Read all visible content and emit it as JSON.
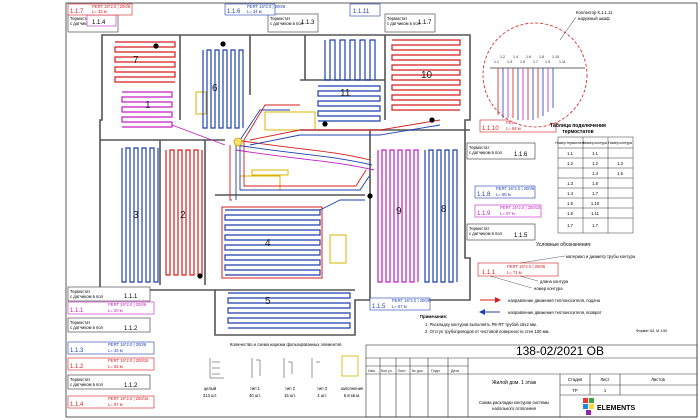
{
  "drawing": {
    "number": "138-02/2021 ОВ",
    "object": "Жилой дом. 1 этаж",
    "sheet_title_line1": "Схема раскладки контуров системы",
    "sheet_title_line2": "напольного отопления",
    "stage_header": "Стадия",
    "sheet_header": "Лист",
    "sheets_header": "Листов",
    "stage": "ТР",
    "sheet": "1",
    "format": "Формат А3, М 1:50",
    "logo_text": "ELEMENTS",
    "stamp_headers": [
      "Изм.",
      "Кол.уч.",
      "Лист",
      "№ док.",
      "Подп.",
      "Дата"
    ]
  },
  "collector": {
    "title": "Коллектор К.1.1.11",
    "subtitle": "наружный шкаф",
    "ports": [
      "1.1",
      "1.2",
      "1.3",
      "1.4",
      "1.5",
      "1.6",
      "1.7",
      "1.8",
      "1.9",
      "1.10",
      "1.11"
    ]
  },
  "thermostat_table": {
    "title_line1": "Таблица подключения",
    "title_line2": "термостатов",
    "headers": [
      "Номер термостата",
      "Номер контура",
      "Номер контура"
    ],
    "rows": [
      [
        "1.1",
        "1.1",
        ""
      ],
      [
        "1.2",
        "1.2",
        "1.3"
      ],
      [
        "",
        "1.4",
        "1.5"
      ],
      [
        "1.3",
        "1.6",
        ""
      ],
      [
        "1.4",
        "1.7",
        ""
      ],
      [
        "1.5",
        "1.10",
        ""
      ],
      [
        "1.6",
        "1.11",
        ""
      ],
      [
        "1.7",
        "1.7",
        ""
      ]
    ]
  },
  "legend": {
    "title": "Условные обозначения:",
    "pipe_sample_label": "PERT 16*2.0 | 200/6",
    "pipe_sample_length": "L= 71 м",
    "pipe_sample_number": "1.1.1",
    "pipe_caption": "материал и диаметр трубы контура",
    "length_caption": "длина контура",
    "number_caption": "номер контура",
    "supply_caption": "направление движения теплоносителя, подача",
    "return_caption": "направление движения теплоносителя, возврат"
  },
  "notes": {
    "title": "Примечания:",
    "items": [
      "1. Раскладку контуров выполнять PE-RT трубой  16х2 мм.",
      "2. Отступ трубопроводов от чистовой поверхности стен 100 мм."
    ]
  },
  "fittings": {
    "title": "Количество и схема нарезки фольгированных элементов",
    "items": [
      {
        "name": "целый",
        "qty": "313 шт."
      },
      {
        "name": "тип 1",
        "qty": "40 шт."
      },
      {
        "name": "тип 2",
        "qty": "15 шт."
      },
      {
        "name": "тип 3",
        "qty": "4 шт."
      },
      {
        "name": "заполнение",
        "qty": "6,8 кв.м."
      }
    ]
  },
  "thermostat_caption": [
    "Термостат",
    "с датчиком в пол"
  ],
  "thermostats": [
    {
      "id": "1.1.4",
      "style": "pink"
    },
    {
      "id": "1.1.3",
      "style": "dark"
    },
    {
      "id": "1.1.6",
      "style": "blue"
    },
    {
      "id": "1.1.11",
      "style": "blue"
    },
    {
      "id": "1.1.7",
      "style": "dark"
    },
    {
      "id": "1.1.10",
      "style": "red"
    },
    {
      "id": "1.1.6",
      "style": "dark"
    },
    {
      "id": "1.1.8",
      "style": "blue"
    },
    {
      "id": "1.1.9",
      "style": "pink"
    },
    {
      "id": "1.1.5",
      "style": "dark"
    },
    {
      "id": "1.1.5",
      "style": "blue"
    },
    {
      "id": "1.1.1",
      "style": "dark"
    },
    {
      "id": "1.1.1",
      "style": "pink"
    },
    {
      "id": "1.1.2",
      "style": "dark"
    },
    {
      "id": "1.1.3",
      "style": "blue"
    },
    {
      "id": "1.1.2",
      "style": "red"
    },
    {
      "id": "1.1.2",
      "style": "dark"
    },
    {
      "id": "1.1.4",
      "style": "red"
    }
  ],
  "circuit_tags": [
    {
      "id": "1.1.7",
      "spec": "PERT 16*2.0 | 200/6",
      "length": "L= 32 м",
      "color": "#d61c1c"
    },
    {
      "id": "1.1.6",
      "spec": "PERT 16*2.0 | 200/6",
      "length": "L= 34 м",
      "color": "#1f3fb0"
    },
    {
      "id": "1.1.10",
      "spec": "PERT 16*2.0 | 200/15",
      "length": "L= 64 м",
      "color": "#d61c1c"
    },
    {
      "id": "1.1.8",
      "spec": "PERT 16*2.0 | 200/6",
      "length": "L= 55 м",
      "color": "#1f3fb0"
    },
    {
      "id": "1.1.9",
      "spec": "PERT 16*2.0 | 200/15",
      "length": "L= 57 м",
      "color": "#c21fc2"
    },
    {
      "id": "1.1.5",
      "spec": "PERT 16*2.0 | 200/6",
      "length": "L= 57 м",
      "color": "#1f3fb0"
    },
    {
      "id": "1.1.1",
      "spec": "PERT 16*2.0 | 200/6",
      "length": "L= 20 м",
      "color": "#c21fc2"
    },
    {
      "id": "1.1.3",
      "spec": "PERT 16*2.0 | 200/6",
      "length": "L= 43 м",
      "color": "#1f3fb0"
    },
    {
      "id": "1.1.2",
      "spec": "PERT 16*2.0 | 200/15",
      "length": "L= 53 м",
      "color": "#d61c1c"
    },
    {
      "id": "1.1.4",
      "spec": "PERT 16*2.0 | 200/16",
      "length": "L= 57 м",
      "color": "#d61c1c"
    }
  ],
  "room_numbers": [
    "1",
    "2",
    "3",
    "4",
    "5",
    "6",
    "7",
    "8",
    "9",
    "10",
    "11"
  ]
}
